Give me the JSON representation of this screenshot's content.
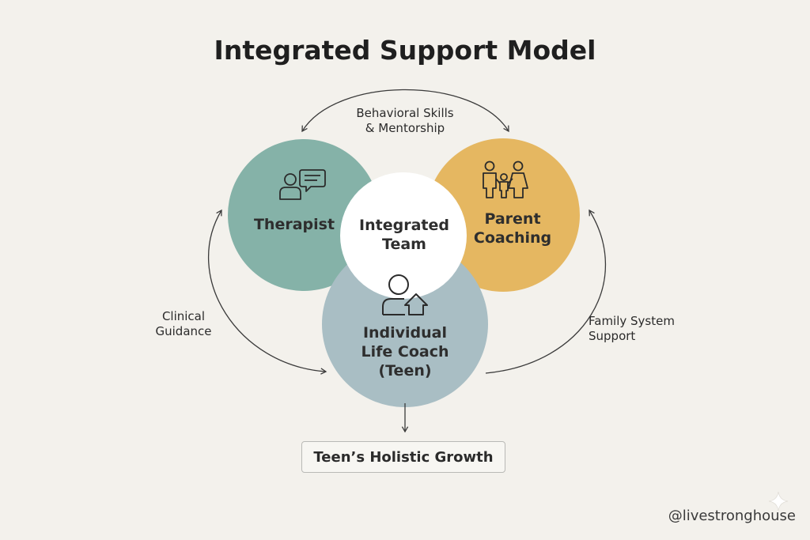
{
  "title": "Integrated Support Model",
  "colors": {
    "therapist": "#85b2a8",
    "parent": "#e5b761",
    "coach": "#a9bec4",
    "center": "#ffffff",
    "background": "#f3f1ec"
  },
  "nodes": {
    "therapist": {
      "label": "Therapist",
      "icon": "chat-person-icon"
    },
    "parent": {
      "label": "Parent\nCoaching",
      "icon": "family-icon"
    },
    "coach": {
      "label": "Individual\nLife Coach\n(Teen)",
      "icon": "person-upload-icon"
    },
    "center": {
      "label": "Integrated\nTeam"
    }
  },
  "connections": {
    "top": "Behavioral Skills\n& Mentorship",
    "left": "Clinical\nGuidance",
    "right": "Family System\nSupport"
  },
  "outcome": {
    "label": "Teen’s Holistic Growth"
  },
  "watermark": "@livestronghouse"
}
